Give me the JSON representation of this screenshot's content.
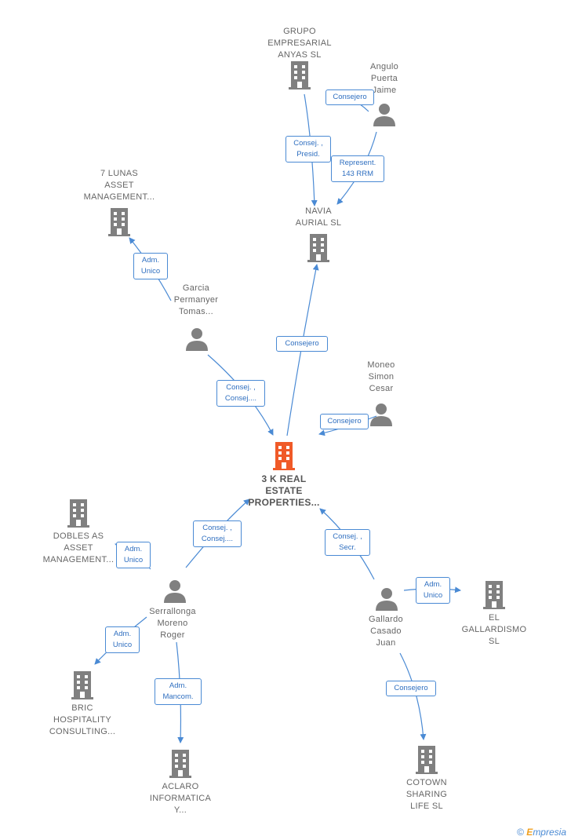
{
  "nodes": {
    "grupo": "GRUPO\nEMPRESARIAL\nANYAS SL",
    "angulo": "Angulo\nPuerta\nJaime",
    "lunas": "7 LUNAS\nASSET\nMANAGEMENT...",
    "navia": "NAVIA\nAURIAL  SL",
    "garcia": "Garcia\nPermanyer\nTomas...",
    "moneo": "Moneo\nSimon\nCesar",
    "main": "3 K REAL\nESTATE\nPROPERTIES...",
    "dobles": "DOBLES AS\nASSET\nMANAGEMENT...",
    "serrallonga": "Serrallonga\nMoreno\nRoger",
    "gallardo": "Gallardo\nCasado\nJuan",
    "gallardismo": "EL\nGALLARDISMO\nSL",
    "bric": "BRIC\nHOSPITALITY\nCONSULTING...",
    "aclaro": "ACLARO\nINFORMATICA\nY...",
    "cotown": "COTOWN\nSHARING\nLIFE  SL"
  },
  "relations": {
    "r1": "Consejero",
    "r2": "Consej. ,\nPresid.",
    "r3": "Represent.\n143 RRM",
    "r4": "Adm.\nUnico",
    "r5": "Consejero",
    "r6": "Consej. ,\nConsej....",
    "r7": "Consejero",
    "r8": "Consej. ,\nConsej....",
    "r9": "Adm.\nUnico",
    "r10": "Consej. ,\nSecr.",
    "r11": "Adm.\nUnico",
    "r12": "Adm.\nUnico",
    "r13": "Adm.\nMancom.",
    "r14": "Consejero"
  },
  "colors": {
    "main_node": "#f05a28",
    "node": "#808080",
    "link": "#4a8ad4"
  },
  "footer": {
    "copyright": "©",
    "brand_initial": "E",
    "brand_rest": "mpresia"
  }
}
